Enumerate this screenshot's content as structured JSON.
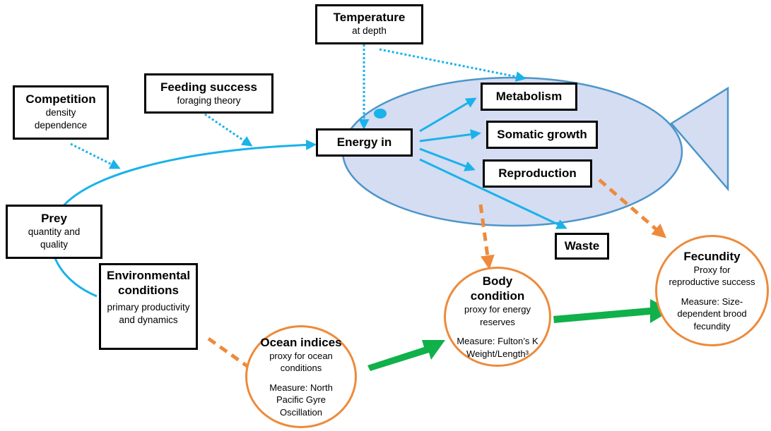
{
  "boxes": {
    "temperature": {
      "title": "Temperature",
      "subtitle": "at depth"
    },
    "competition": {
      "title": "Competition",
      "subtitle": "density dependence"
    },
    "feeding": {
      "title": "Feeding success",
      "subtitle": "foraging theory"
    },
    "energy_in": {
      "title": "Energy in"
    },
    "metabolism": {
      "title": "Metabolism"
    },
    "somatic_growth": {
      "title": "Somatic growth"
    },
    "reproduction": {
      "title": "Reproduction"
    },
    "waste": {
      "title": "Waste"
    },
    "prey": {
      "title": "Prey",
      "subtitle": "quantity and quality"
    },
    "environmental": {
      "title": "Environmental conditions",
      "subtitle": "primary productivity and dynamics"
    }
  },
  "circles": {
    "ocean": {
      "title": "Ocean indices",
      "subtitle": "proxy for ocean conditions",
      "measure": "Measure: North Pacific Gyre Oscillation"
    },
    "body": {
      "title": "Body condition",
      "subtitle": "proxy for energy reserves",
      "measure": "Measure: Fulton’s K Weight/Length³"
    },
    "fecundity": {
      "title": "Fecundity",
      "subtitle": "Proxy for reproductive success",
      "measure": "Measure: Size-dependent brood fecundity"
    }
  },
  "colors": {
    "fish_fill": "#d4ddf2",
    "fish_stroke": "#4d95c9",
    "blue_arrow": "#1ab2ea",
    "orange": "#ee8a3a",
    "green": "#10b04a"
  }
}
